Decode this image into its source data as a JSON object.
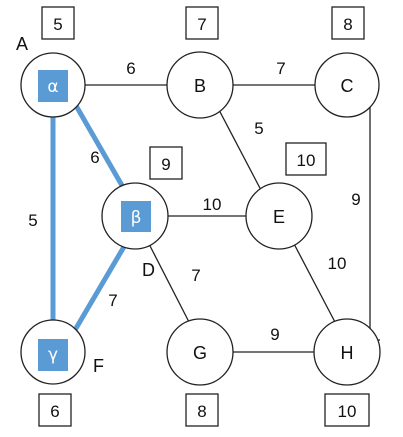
{
  "colors": {
    "highlight_stroke": "#5b9bd5",
    "highlight_fill": "#5b9bd5",
    "edge": "#222222",
    "node_stroke": "#222222"
  },
  "nodes": {
    "A": {
      "label": "",
      "outer_label": "A",
      "marker": "α",
      "box_value": "5"
    },
    "B": {
      "label": "B",
      "box_value": "7"
    },
    "C": {
      "label": "C",
      "box_value": "8"
    },
    "D": {
      "label": "",
      "outer_label": "D",
      "marker": "β",
      "box_value": "9"
    },
    "E": {
      "label": "E",
      "box_value": "10"
    },
    "F": {
      "label": "",
      "outer_label": "F",
      "marker": "γ",
      "box_value": "6"
    },
    "G": {
      "label": "G",
      "box_value": "8"
    },
    "H": {
      "label": "H",
      "box_value": "10"
    }
  },
  "edges": [
    {
      "from": "A",
      "to": "B",
      "weight": "6"
    },
    {
      "from": "B",
      "to": "C",
      "weight": "7"
    },
    {
      "from": "A",
      "to": "D",
      "weight": "6"
    },
    {
      "from": "B",
      "to": "E",
      "weight": "5"
    },
    {
      "from": "C",
      "to": "H",
      "weight": "9"
    },
    {
      "from": "A",
      "to": "F",
      "weight": "5"
    },
    {
      "from": "D",
      "to": "E",
      "weight": "10"
    },
    {
      "from": "D",
      "to": "F",
      "weight": "7"
    },
    {
      "from": "D",
      "to": "G",
      "weight": "7"
    },
    {
      "from": "E",
      "to": "H",
      "weight": "10"
    },
    {
      "from": "G",
      "to": "H",
      "weight": "9"
    }
  ]
}
